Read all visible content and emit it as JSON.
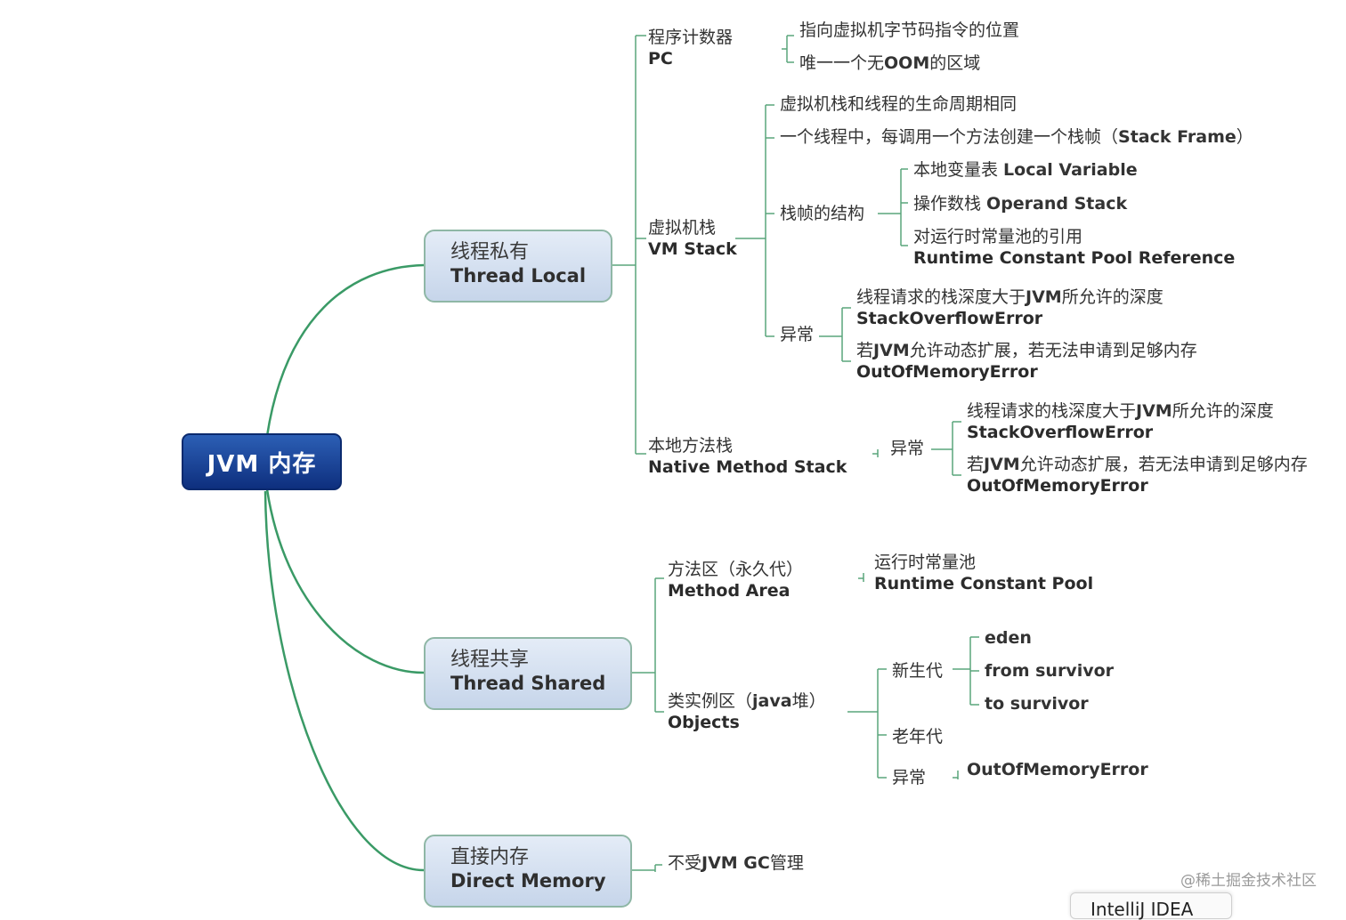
{
  "root": {
    "label": "JVM 内存"
  },
  "groups": {
    "thread_local": {
      "zh": "线程私有",
      "en": "Thread Local"
    },
    "thread_shared": {
      "zh": "线程共享",
      "en": "Thread Shared"
    },
    "direct_memory": {
      "zh": "直接内存",
      "en": "Direct Memory"
    }
  },
  "pc": {
    "zh": "程序计数器",
    "en": "PC",
    "n1": "指向虚拟机字节码指令的位置",
    "n2_a": "唯一一个无",
    "n2_b": "OOM",
    "n2_c": "的区域"
  },
  "vm_stack": {
    "zh": "虚拟机栈",
    "en": "VM Stack",
    "n1": "虚拟机栈和线程的生命周期相同",
    "n2_a": "一个线程中，每调用一个方法创建一个栈帧（",
    "n2_b": "Stack Frame",
    "n2_c": "）",
    "frame": "栈帧的结构",
    "f1_a": "本地变量表 ",
    "f1_b": "Local Variable",
    "f2_a": "操作数栈 ",
    "f2_b": "Operand Stack",
    "f3_a": "对运行时常量池的引用",
    "f3_b": "Runtime Constant Pool Reference",
    "exc": "异常",
    "e1_a": "线程请求的栈深度大于",
    "e1_b": "JVM",
    "e1_c": "所允许的深度",
    "e1_d": "StackOverflowError",
    "e2_a": "若",
    "e2_b": "JVM",
    "e2_c": "允许动态扩展，若无法申请到足够内存",
    "e2_d": "OutOfMemoryError"
  },
  "native": {
    "zh": "本地方法栈",
    "en": "Native Method Stack",
    "exc": "异常",
    "e1_a": "线程请求的栈深度大于",
    "e1_b": "JVM",
    "e1_c": "所允许的深度",
    "e1_d": "StackOverflowError",
    "e2_a": "若",
    "e2_b": "JVM",
    "e2_c": "允许动态扩展，若无法申请到足够内存",
    "e2_d": "OutOfMemoryError"
  },
  "method_area": {
    "zh": "方法区（永久代）",
    "en": "Method Area",
    "pool_zh": "运行时常量池",
    "pool_en": "Runtime Constant Pool"
  },
  "objects": {
    "zh_a": "类实例区（",
    "zh_b": "java",
    "zh_c": "堆）",
    "en": "Objects",
    "young": "新生代",
    "eden": "eden",
    "from": "from survivor",
    "to": "to survivor",
    "old": "老年代",
    "exc": "异常",
    "oom": "OutOfMemoryError"
  },
  "direct": {
    "n1_a": "不受",
    "n1_b": "JVM GC",
    "n1_c": "管理"
  },
  "watermark": "@稀土掘金技术社区",
  "tooltip": "IntelliJ IDEA",
  "colors": {
    "branch": "#3a9a66",
    "root_fill": "#1a459a",
    "box_fill": "#d6e2f1"
  }
}
